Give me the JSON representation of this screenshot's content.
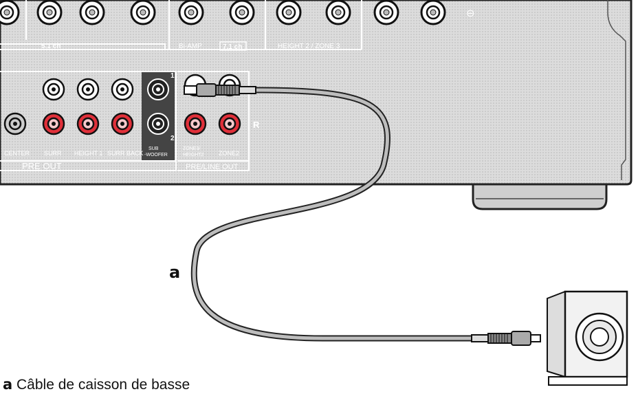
{
  "labels": {
    "ch51": "5.1 ch",
    "biamp": "Bi-AMP",
    "ch71": "7.1 ch",
    "height2_zone3": "HEIGHT 2 / ZONE 3",
    "minus": "⊖",
    "sw1": "1",
    "sw2": "2",
    "r": "R",
    "center": "CENTER",
    "surr": "SURR",
    "height1": "HEIGHT 1",
    "surrback": "SURR BACK",
    "sub": "SUB",
    "woofer": "-WOOFER",
    "zone3": "ZONE3/",
    "height2": "HEIGHT2",
    "zone2": "ZONE2",
    "preout": "PRE OUT",
    "preline": "PRE/LINE OUT"
  },
  "callout": "a",
  "caption": {
    "letter": "a",
    "text": " Câble de caisson de basse"
  },
  "icons": [
    "speaker-terminal-icon",
    "rca-jack-icon",
    "rca-cable-icon",
    "subwoofer-icon"
  ]
}
